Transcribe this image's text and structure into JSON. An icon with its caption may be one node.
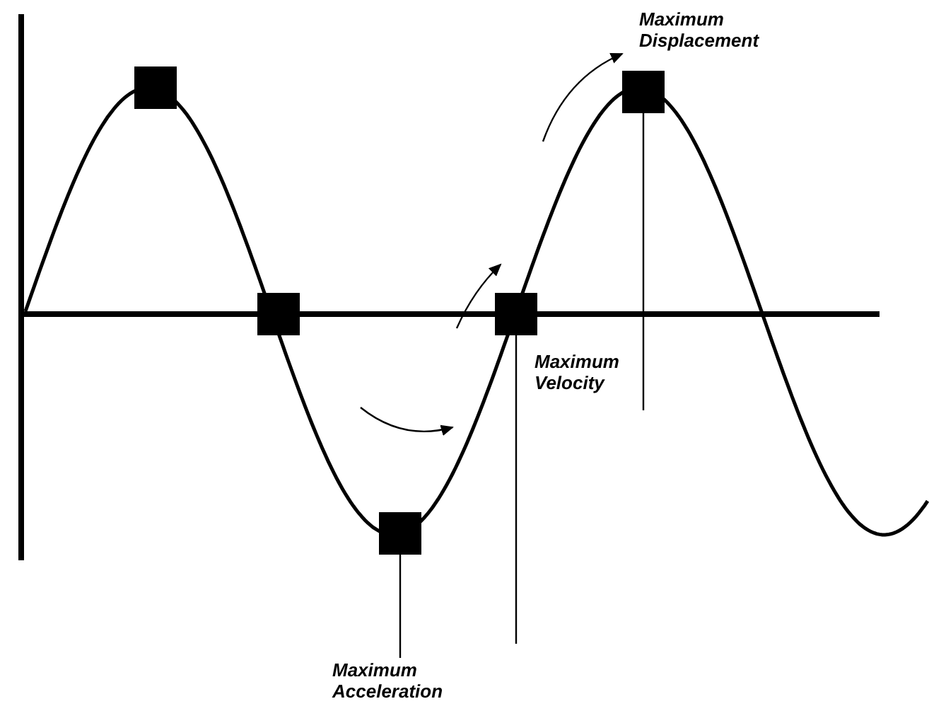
{
  "diagram": {
    "nodes": [
      {
        "text": [],
        "shape": "box"
      },
      {
        "text": [],
        "shape": "box"
      },
      {
        "text": [],
        "shape": "box"
      },
      {
        "text": [],
        "shape": "box"
      },
      {
        "text": [],
        "shape": "box"
      },
      {
        "text": [
          "Maximum Acceleration"
        ]
      }
    ],
    "edges": [
      {
        "from": 5,
        "to": 2,
        "arrow": "none"
      },
      {
        "from": null,
        "to": 3,
        "arrow": "none"
      },
      {
        "from": null,
        "to": 4,
        "arrow": "none"
      }
    ],
    "labels": [
      "Maximum Displacement",
      "Maximum Velocity"
    ]
  }
}
